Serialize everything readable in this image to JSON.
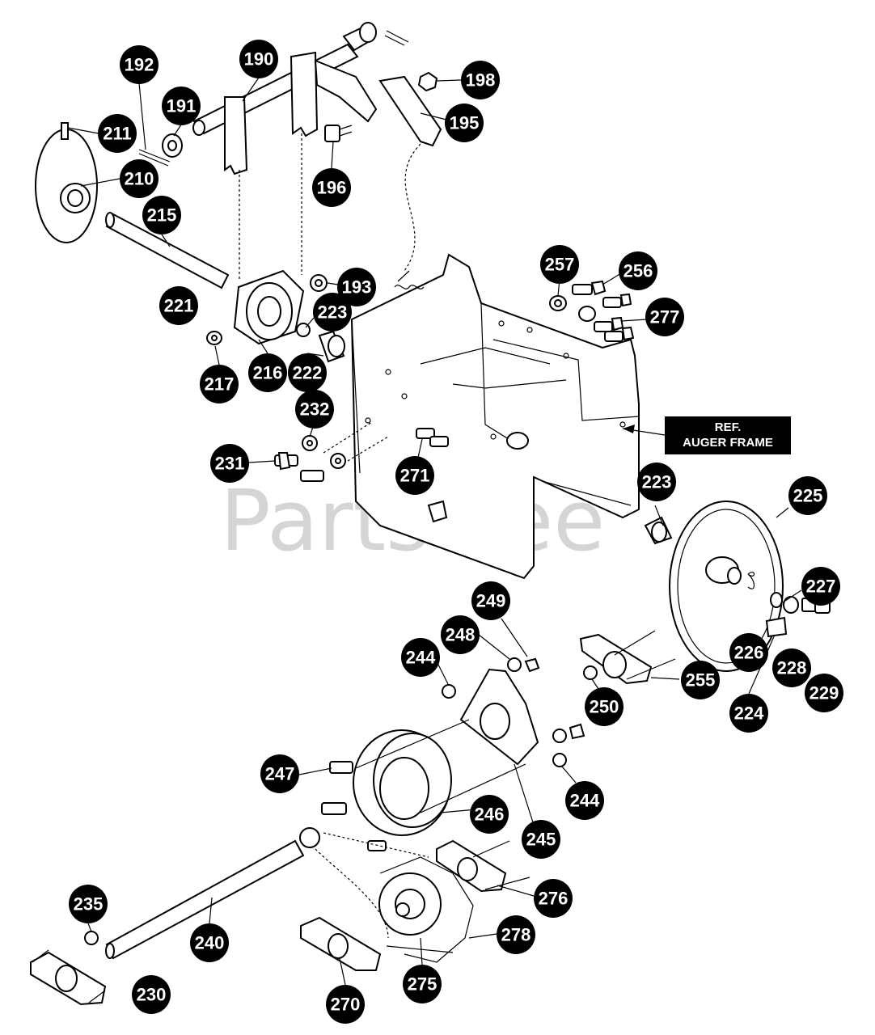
{
  "watermark": {
    "text": "PartsTree",
    "trademark": "™"
  },
  "ref_label": {
    "line1": "REF.",
    "line2": "AUGER FRAME"
  },
  "callouts": [
    {
      "id": "c190",
      "label": "190"
    },
    {
      "id": "c191",
      "label": "191"
    },
    {
      "id": "c192",
      "label": "192"
    },
    {
      "id": "c193",
      "label": "193"
    },
    {
      "id": "c195",
      "label": "195"
    },
    {
      "id": "c196",
      "label": "196"
    },
    {
      "id": "c198",
      "label": "198"
    },
    {
      "id": "c210",
      "label": "210"
    },
    {
      "id": "c211",
      "label": "211"
    },
    {
      "id": "c215",
      "label": "215"
    },
    {
      "id": "c216",
      "label": "216"
    },
    {
      "id": "c217",
      "label": "217"
    },
    {
      "id": "c221",
      "label": "221"
    },
    {
      "id": "c222",
      "label": "222"
    },
    {
      "id": "c223a",
      "label": "223"
    },
    {
      "id": "c223b",
      "label": "223"
    },
    {
      "id": "c224",
      "label": "224"
    },
    {
      "id": "c225",
      "label": "225"
    },
    {
      "id": "c226",
      "label": "226"
    },
    {
      "id": "c227",
      "label": "227"
    },
    {
      "id": "c228",
      "label": "228"
    },
    {
      "id": "c229",
      "label": "229"
    },
    {
      "id": "c230",
      "label": "230"
    },
    {
      "id": "c231",
      "label": "231"
    },
    {
      "id": "c232",
      "label": "232"
    },
    {
      "id": "c235",
      "label": "235"
    },
    {
      "id": "c240",
      "label": "240"
    },
    {
      "id": "c244a",
      "label": "244"
    },
    {
      "id": "c244b",
      "label": "244"
    },
    {
      "id": "c245",
      "label": "245"
    },
    {
      "id": "c246",
      "label": "246"
    },
    {
      "id": "c247",
      "label": "247"
    },
    {
      "id": "c248",
      "label": "248"
    },
    {
      "id": "c249",
      "label": "249"
    },
    {
      "id": "c250",
      "label": "250"
    },
    {
      "id": "c255",
      "label": "255"
    },
    {
      "id": "c256",
      "label": "256"
    },
    {
      "id": "c257",
      "label": "257"
    },
    {
      "id": "c270",
      "label": "270"
    },
    {
      "id": "c271",
      "label": "271"
    },
    {
      "id": "c275",
      "label": "275"
    },
    {
      "id": "c276",
      "label": "276"
    },
    {
      "id": "c277",
      "label": "277"
    },
    {
      "id": "c278",
      "label": "278"
    }
  ]
}
